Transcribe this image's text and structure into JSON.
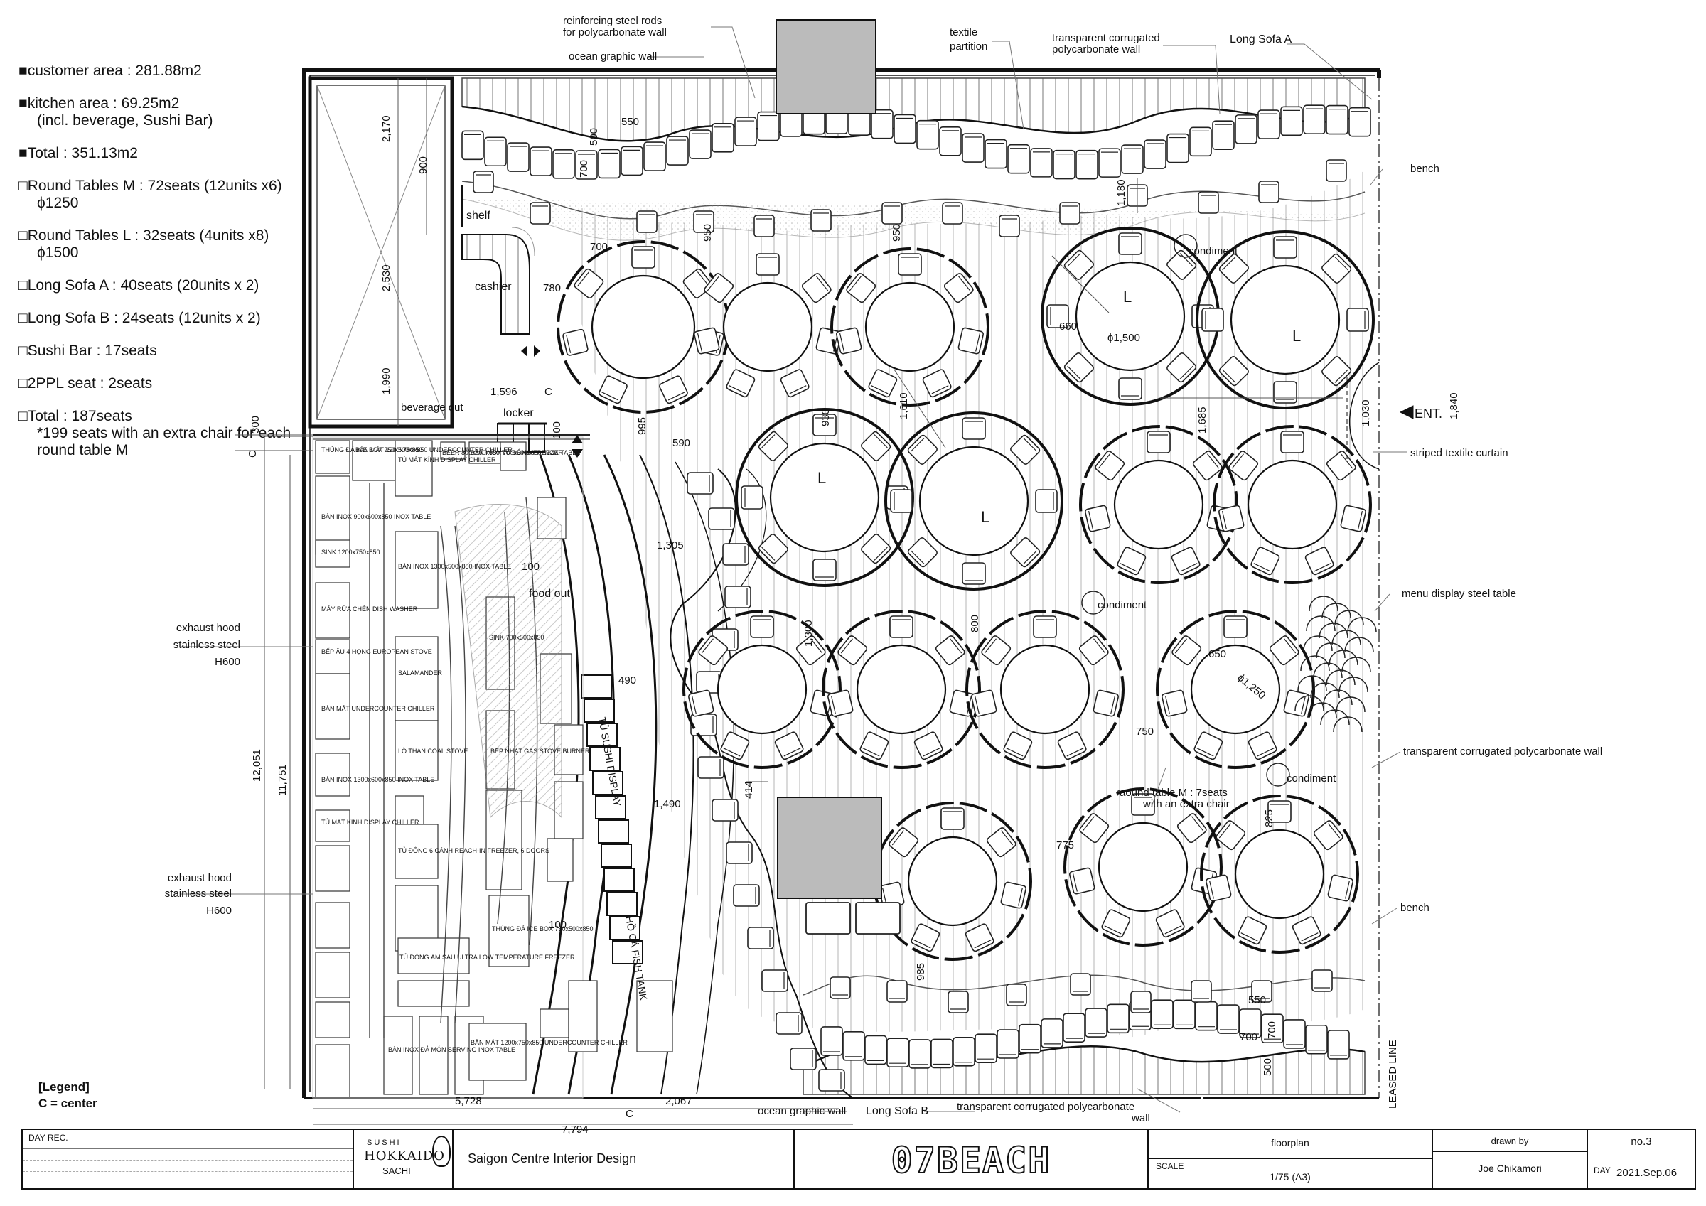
{
  "summary": {
    "items": [
      {
        "mark": "■",
        "text": "customer area : 281.88m2",
        "sub": ""
      },
      {
        "mark": "■",
        "text": "kitchen area : 69.25m2",
        "sub": "(incl. beverage, Sushi Bar)"
      },
      {
        "mark": "■",
        "text": "Total : 351.13m2",
        "sub": ""
      },
      {
        "mark": "□",
        "text": "Round Tables M : 72seats (12units x6)",
        "sub": "ϕ1250"
      },
      {
        "mark": "□",
        "text": "Round Tables L : 32seats (4units x8)",
        "sub": "ϕ1500"
      },
      {
        "mark": "□",
        "text": "Long Sofa A : 40seats (20units x 2)",
        "sub": ""
      },
      {
        "mark": "□",
        "text": "Long Sofa B : 24seats (12units x 2)",
        "sub": ""
      },
      {
        "mark": "□",
        "text": "Sushi Bar : 17seats",
        "sub": ""
      },
      {
        "mark": "□",
        "text": "2PPL seat : 2seats",
        "sub": ""
      },
      {
        "mark": "□",
        "text": "Total : 187seats",
        "sub": "*199 seats with an extra chair for each round table M"
      }
    ]
  },
  "legend": {
    "title": "[Legend]",
    "item": "C = center"
  },
  "labels": {
    "reinforcing_1": "reinforcing steel rods",
    "reinforcing_2": "for polycarbonate wall",
    "ocean_wall_top": "ocean graphic wall",
    "textile_1": "textile",
    "textile_2": "partition",
    "poly_top_1": "transparent corrugated",
    "poly_top_2": "polycarbonate wall",
    "long_sofa_a": "Long Sofa A",
    "bench_top": "bench",
    "shelf": "shelf",
    "cashier": "cashier",
    "beverage_out": "beverage out",
    "locker": "locker",
    "food_out": "food out",
    "condiment_1": "condiment",
    "condiment_2": "condiment",
    "condiment_3": "condiment",
    "ent": "ENT.",
    "striped_curtain": "striped textile curtain",
    "menu_display": "menu display steel table",
    "poly_right": "transparent corrugated polycarbonate wall",
    "round_m_1": "raound table M : 7seats",
    "round_m_2": "with an extra chair",
    "bench_bottom": "bench",
    "exhaust_1a": "exhaust hood",
    "exhaust_1b": "stainless steel",
    "exhaust_1c": "H600",
    "exhaust_2a": "exhaust hood",
    "exhaust_2b": "stainless steel",
    "exhaust_2c": "H600",
    "ocean_wall_bottom": "ocean graphic wall",
    "long_sofa_b": "Long Sofa B",
    "poly_bottom_1": "transparent corrugated polycarbonate",
    "poly_bottom_2": "wall",
    "leased_line": "LEASED LINE",
    "sushi_display": "TỦ SUSHI DISPLAY",
    "fish_tank": "HỒ CÁ FISH TANK",
    "table_l": "L",
    "phi_1500": "ϕ1,500",
    "phi_1250": "ϕ1,250",
    "center_c": "C"
  },
  "dimensions": {
    "d2170": "2,170",
    "d900": "900",
    "d2530": "2,530",
    "d1990": "1,990",
    "d300": "300",
    "d12051": "12,051",
    "d11751": "11,751",
    "d5728": "5,728",
    "d2067": "2,067",
    "d7794": "7,794",
    "d550a": "550",
    "d500a": "500",
    "d700a": "700",
    "d950a": "950",
    "d700b": "700",
    "d950b": "950",
    "d780": "780",
    "d1596": "1,596",
    "d100a": "100",
    "d100b": "100",
    "d100c": "100",
    "d995": "995",
    "d590": "590",
    "d1305": "1,305",
    "d490": "490",
    "d1490": "1,490",
    "d414": "414",
    "d1300": "1,300",
    "d930": "930",
    "d1610": "1,610",
    "d800": "800",
    "d1180": "1,180",
    "d660": "660",
    "d1685": "1,685",
    "d1030": "1,030",
    "d1840": "1,840",
    "d650": "650",
    "d750": "750",
    "d825": "825",
    "d775": "775",
    "d985": "985",
    "d550b": "550",
    "d700c": "700",
    "d700d": "700",
    "d500b": "500"
  },
  "kitchen_labels": [
    "THÙNG ĐÁ ICE BOX 750x500x850",
    "BÀN MÁT 1200x750x850 UNDERCOUNTER CHILLER",
    "TỦ MÁT KÍNH DISPLAY CHILLER",
    "BEER 800x500x850",
    "BÀN INOX 700x500x850 INOX TABLE",
    "TỦ ĐÔNG FREEZER",
    "BÀN INOX 900x600x850 INOX TABLE",
    "SINK 1200x750x850",
    "MÁY RỬA CHÉN DISH WASHER",
    "BẾP ÂU 4 HỌNG EUROPEAN STOVE",
    "BÀN MÁT UNDERCOUNTER CHILLER",
    "BÀN INOX 1300x600x850 INOX TABLE",
    "BÀN INOX 1300x500x850 INOX TABLE",
    "SALAMANDER",
    "LÒ THAN COAL STOVE",
    "TỦ ĐÔNG 6 CÁNH REACH-IN FREEZER, 6 DOORS",
    "TỦ ĐÔNG ÂM SÂU ULTRA LOW TEMPERATURE FREEZER",
    "BÀN INOX ĐẢ MÓN SERVING INOX TABLE",
    "SINK 700x500x850",
    "BẾP NHẬT GAS STOVE BURNER"
  ],
  "title_block": {
    "day_rec": "DAY   REC.",
    "brand_1": "SUSHI",
    "brand_2": "HOKKAIDO",
    "brand_3": "SACHI",
    "company": "Saigon Centre Interior Design",
    "project": "07BEACH",
    "sheet_title": "floorplan",
    "scale_label": "SCALE",
    "scale": "1/75 (A3)",
    "drawn_by_label": "drawn by",
    "drawn_by": "Joe Chikamori",
    "sheet_no": "no.3",
    "day_label": "DAY",
    "date": "2021.Sep.06"
  }
}
